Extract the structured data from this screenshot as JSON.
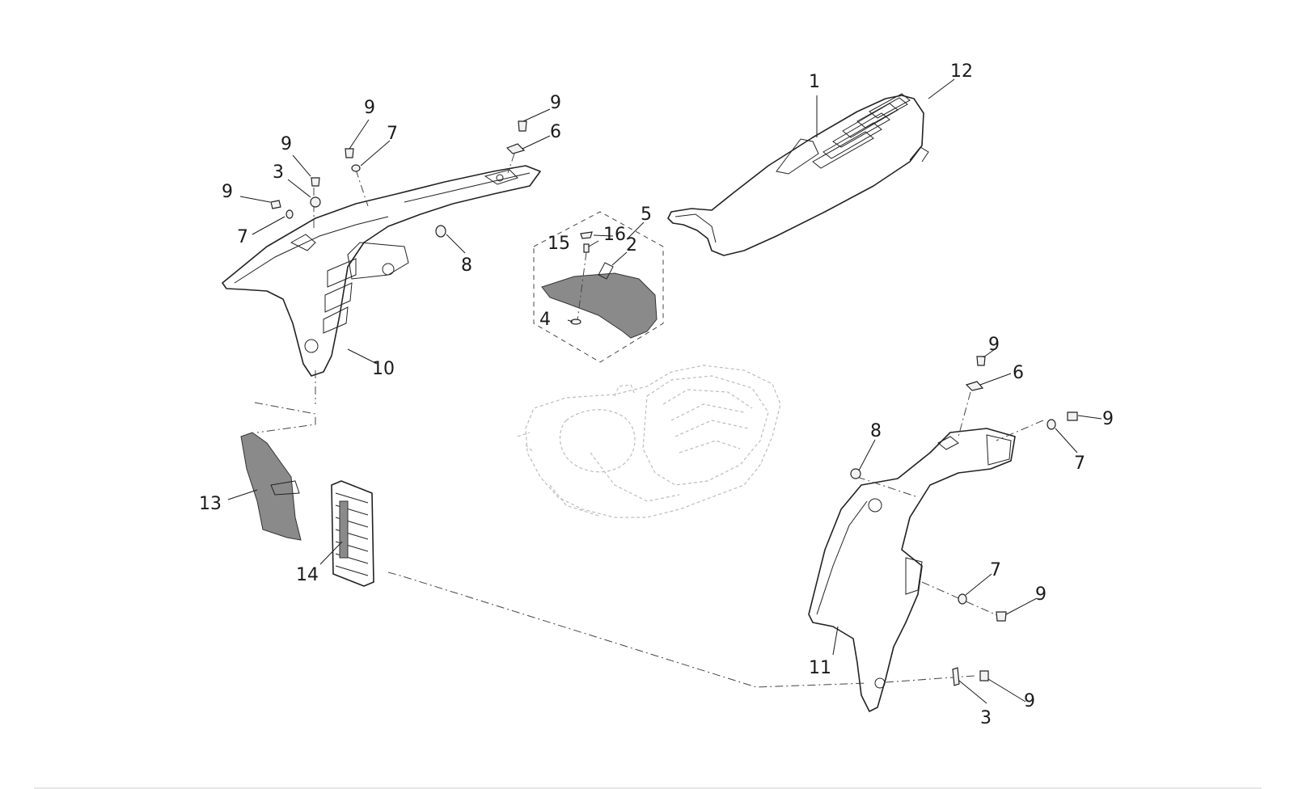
{
  "colors": {
    "line": "#1a1a1a",
    "ghost": "#bdbdbd",
    "shaded_part": "#8a8a8a",
    "background": "#ffffff"
  },
  "callouts": {
    "c1": "1",
    "c2": "2",
    "c3a": "3",
    "c3b": "3",
    "c4": "4",
    "c5": "5",
    "c6a": "6",
    "c6b": "6",
    "c7a": "7",
    "c7b": "7",
    "c7c": "7",
    "c7d": "7",
    "c8a": "8",
    "c8b": "8",
    "c9a": "9",
    "c9b": "9",
    "c9c": "9",
    "c9d": "9",
    "c9e": "9",
    "c9f": "9",
    "c9g": "9",
    "c9h": "9",
    "c10": "10",
    "c11": "11",
    "c12": "12",
    "c13": "13",
    "c14": "14",
    "c15": "15",
    "c16": "16"
  }
}
